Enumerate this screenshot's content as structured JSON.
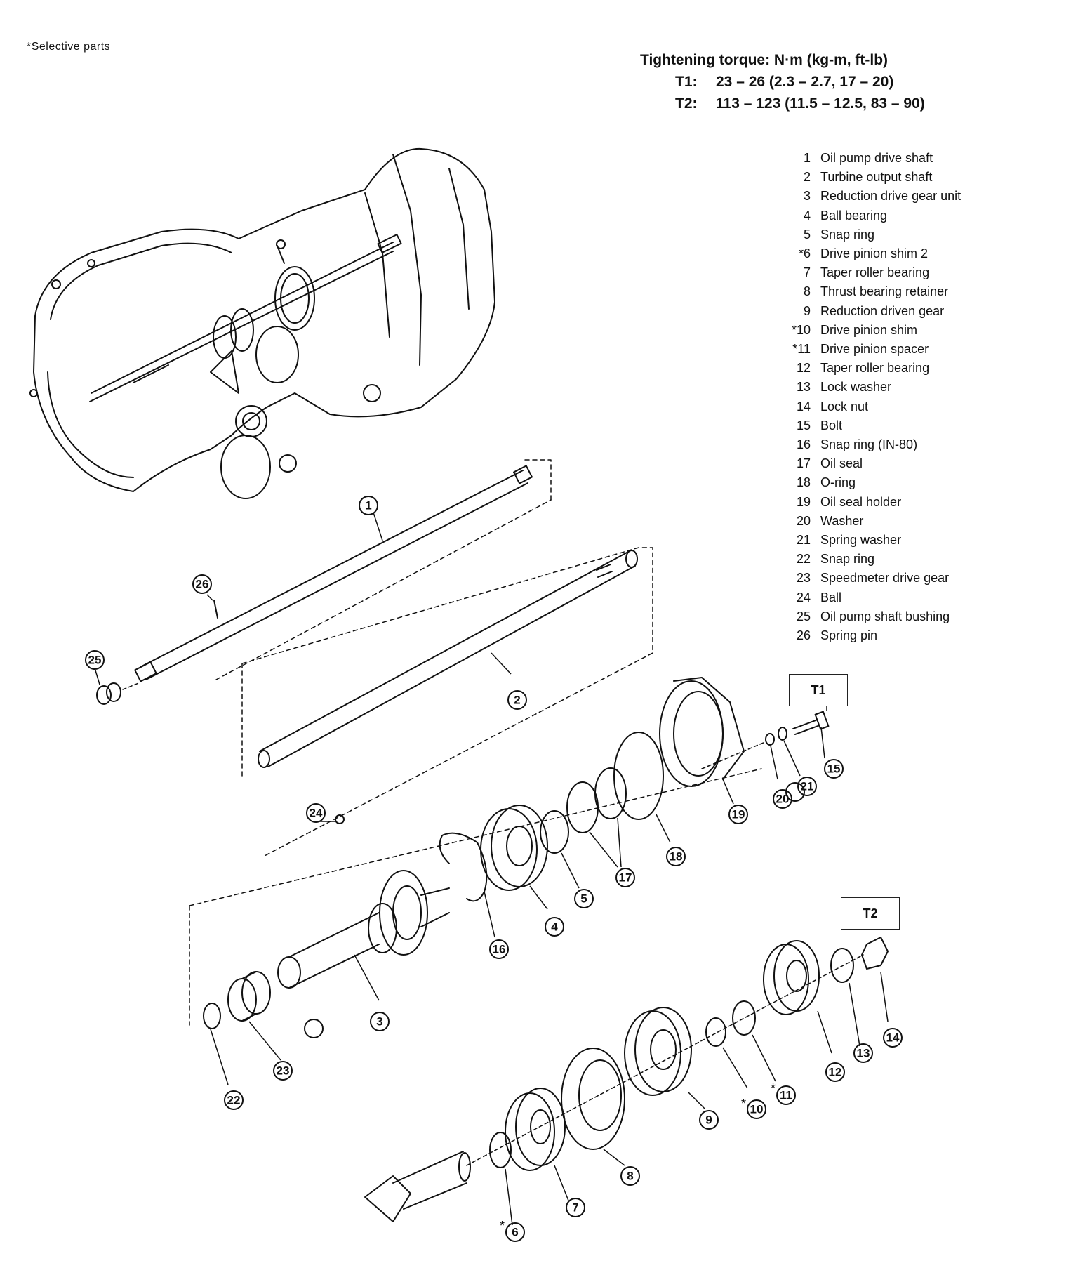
{
  "note": "*Selective parts",
  "torque": {
    "heading": "Tightening torque: N·m (kg-m, ft-lb)",
    "rows": [
      {
        "label": "T1:",
        "value": "23 – 26 (2.3 – 2.7, 17 – 20)"
      },
      {
        "label": "T2:",
        "value": "113 – 123 (11.5 – 12.5, 83 – 90)"
      }
    ]
  },
  "legend": [
    {
      "num": "1",
      "name": "Oil pump drive shaft"
    },
    {
      "num": "2",
      "name": "Turbine output shaft"
    },
    {
      "num": "3",
      "name": "Reduction drive gear unit"
    },
    {
      "num": "4",
      "name": "Ball bearing"
    },
    {
      "num": "5",
      "name": "Snap ring"
    },
    {
      "num": "*6",
      "name": "Drive pinion shim 2"
    },
    {
      "num": "7",
      "name": "Taper roller bearing"
    },
    {
      "num": "8",
      "name": "Thrust bearing retainer"
    },
    {
      "num": "9",
      "name": "Reduction driven gear"
    },
    {
      "num": "*10",
      "name": "Drive pinion shim"
    },
    {
      "num": "*11",
      "name": "Drive pinion spacer"
    },
    {
      "num": "12",
      "name": "Taper roller bearing"
    },
    {
      "num": "13",
      "name": "Lock washer"
    },
    {
      "num": "14",
      "name": "Lock nut"
    },
    {
      "num": "15",
      "name": "Bolt"
    },
    {
      "num": "16",
      "name": "Snap ring (IN-80)"
    },
    {
      "num": "17",
      "name": "Oil seal"
    },
    {
      "num": "18",
      "name": "O-ring"
    },
    {
      "num": "19",
      "name": "Oil seal holder"
    },
    {
      "num": "20",
      "name": "Washer"
    },
    {
      "num": "21",
      "name": "Spring washer"
    },
    {
      "num": "22",
      "name": "Snap ring"
    },
    {
      "num": "23",
      "name": "Speedmeter drive gear"
    },
    {
      "num": "24",
      "name": "Ball"
    },
    {
      "num": "25",
      "name": "Oil pump shaft bushing"
    },
    {
      "num": "26",
      "name": "Spring pin"
    }
  ],
  "boxes": {
    "t1": "T1",
    "t2": "T2"
  },
  "callouts": [
    "1",
    "2",
    "3",
    "4",
    "5",
    "6",
    "7",
    "8",
    "9",
    "10",
    "11",
    "12",
    "13",
    "14",
    "15",
    "16",
    "17",
    "18",
    "19",
    "20",
    "21",
    "22",
    "23",
    "24",
    "25",
    "26"
  ]
}
